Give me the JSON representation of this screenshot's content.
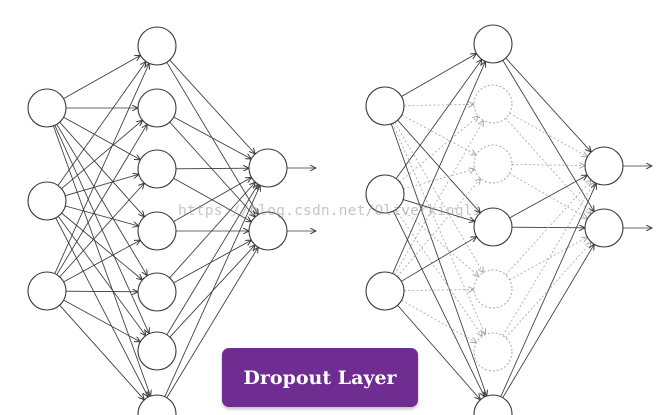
{
  "caption": {
    "text": "Dropout Layer",
    "bg_color": "#6f2c91"
  },
  "watermark": {
    "text": "https://blog.csdn.net/Oliverkingli"
  },
  "colors": {
    "edge": "#3a3a3a",
    "dropped": "#a8a8a8"
  },
  "networks": [
    {
      "id": "full",
      "layers": [
        {
          "nodes": [
            {
              "dropped": false
            },
            {
              "dropped": false
            },
            {
              "dropped": false
            }
          ]
        },
        {
          "nodes": [
            {
              "dropped": false
            },
            {
              "dropped": false
            },
            {
              "dropped": false
            },
            {
              "dropped": false
            },
            {
              "dropped": false
            },
            {
              "dropped": false
            },
            {
              "dropped": false
            }
          ]
        },
        {
          "nodes": [
            {
              "dropped": false
            },
            {
              "dropped": false
            }
          ]
        }
      ]
    },
    {
      "id": "dropout",
      "layers": [
        {
          "nodes": [
            {
              "dropped": false
            },
            {
              "dropped": false
            },
            {
              "dropped": false
            }
          ]
        },
        {
          "nodes": [
            {
              "dropped": false
            },
            {
              "dropped": true
            },
            {
              "dropped": true
            },
            {
              "dropped": false
            },
            {
              "dropped": true
            },
            {
              "dropped": true
            },
            {
              "dropped": false
            }
          ]
        },
        {
          "nodes": [
            {
              "dropped": false
            },
            {
              "dropped": false
            }
          ]
        }
      ]
    }
  ]
}
